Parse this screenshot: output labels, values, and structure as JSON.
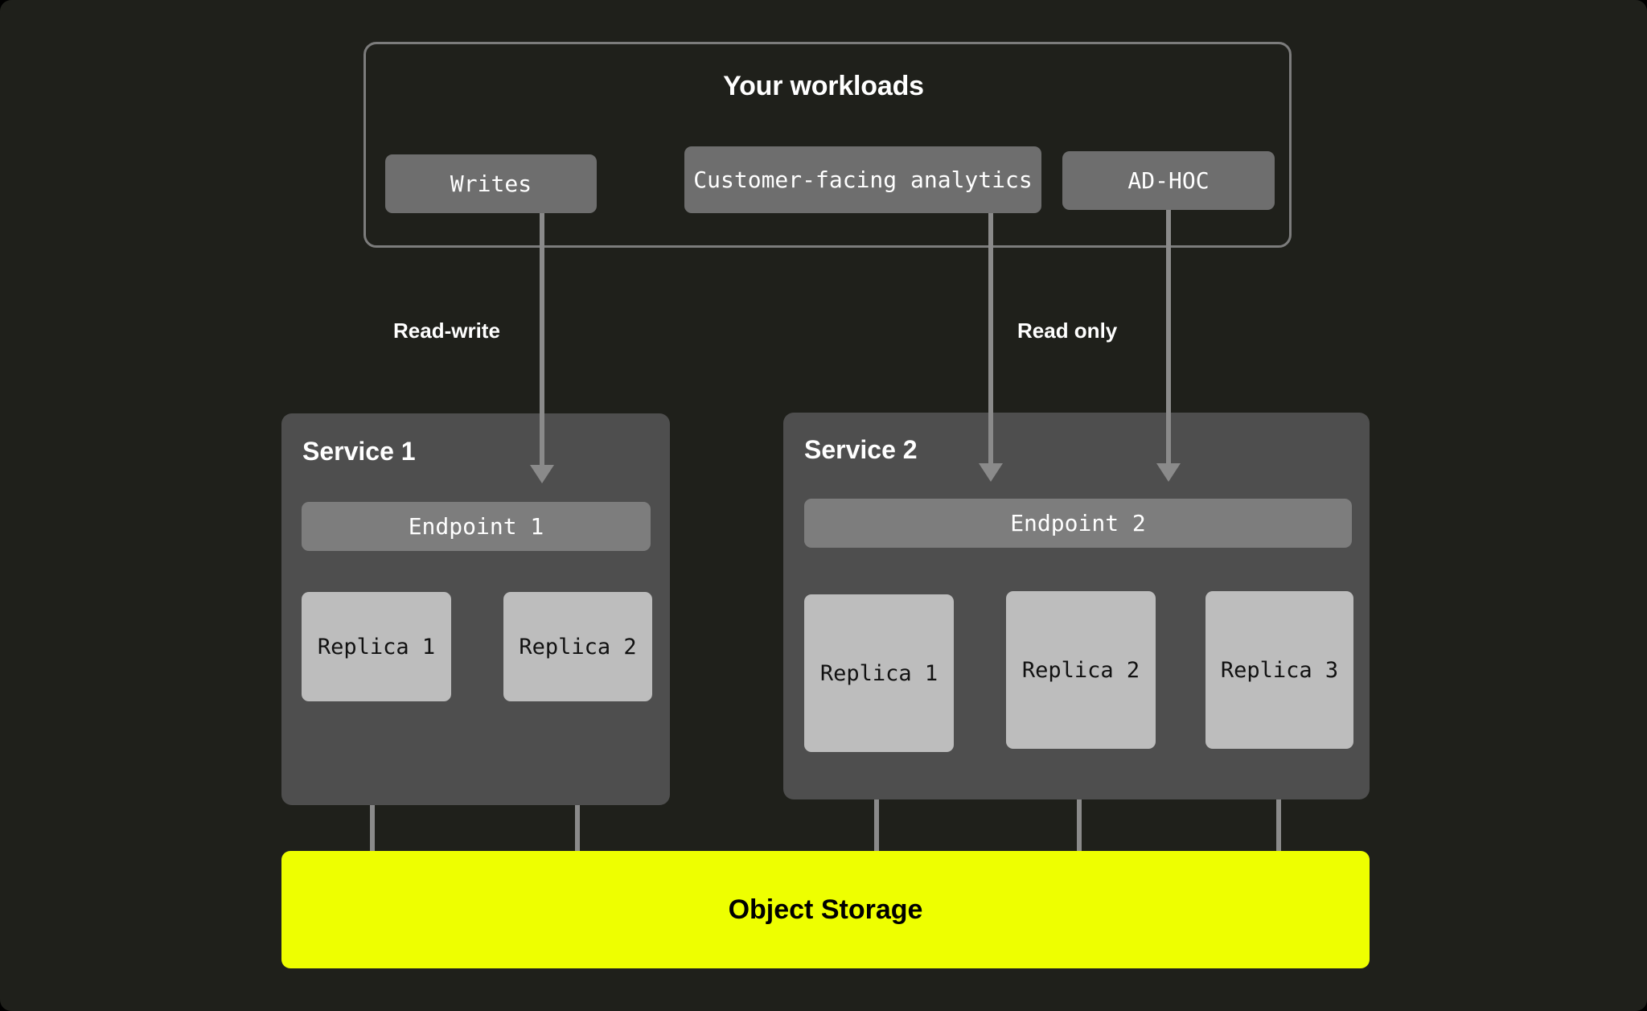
{
  "diagram": {
    "background_color": "#1f201b",
    "workloads": {
      "title": "Your workloads",
      "items": [
        {
          "label": "Writes"
        },
        {
          "label": "Customer-facing analytics"
        },
        {
          "label": "AD-HOC"
        }
      ]
    },
    "edge_labels": {
      "read_write": "Read-write",
      "read_only": "Read only"
    },
    "services": [
      {
        "title": "Service 1",
        "endpoint": "Endpoint 1",
        "replicas": [
          {
            "label": "Replica 1"
          },
          {
            "label": "Replica 2"
          }
        ]
      },
      {
        "title": "Service 2",
        "endpoint": "Endpoint 2",
        "replicas": [
          {
            "label": "Replica 1"
          },
          {
            "label": "Replica 2"
          },
          {
            "label": "Replica 3"
          }
        ]
      }
    ],
    "storage": {
      "label": "Object Storage",
      "color": "#eeff00"
    },
    "colors": {
      "canvas": "#1f201b",
      "frame_border": "#7c7c7c",
      "pill": "#6e6e6e",
      "service_box": "#4e4e4e",
      "endpoint": "#7d7d7d",
      "replica": "#bdbdbd",
      "connector": "#8a8a8a",
      "storage_accent": "#eeff00"
    }
  }
}
